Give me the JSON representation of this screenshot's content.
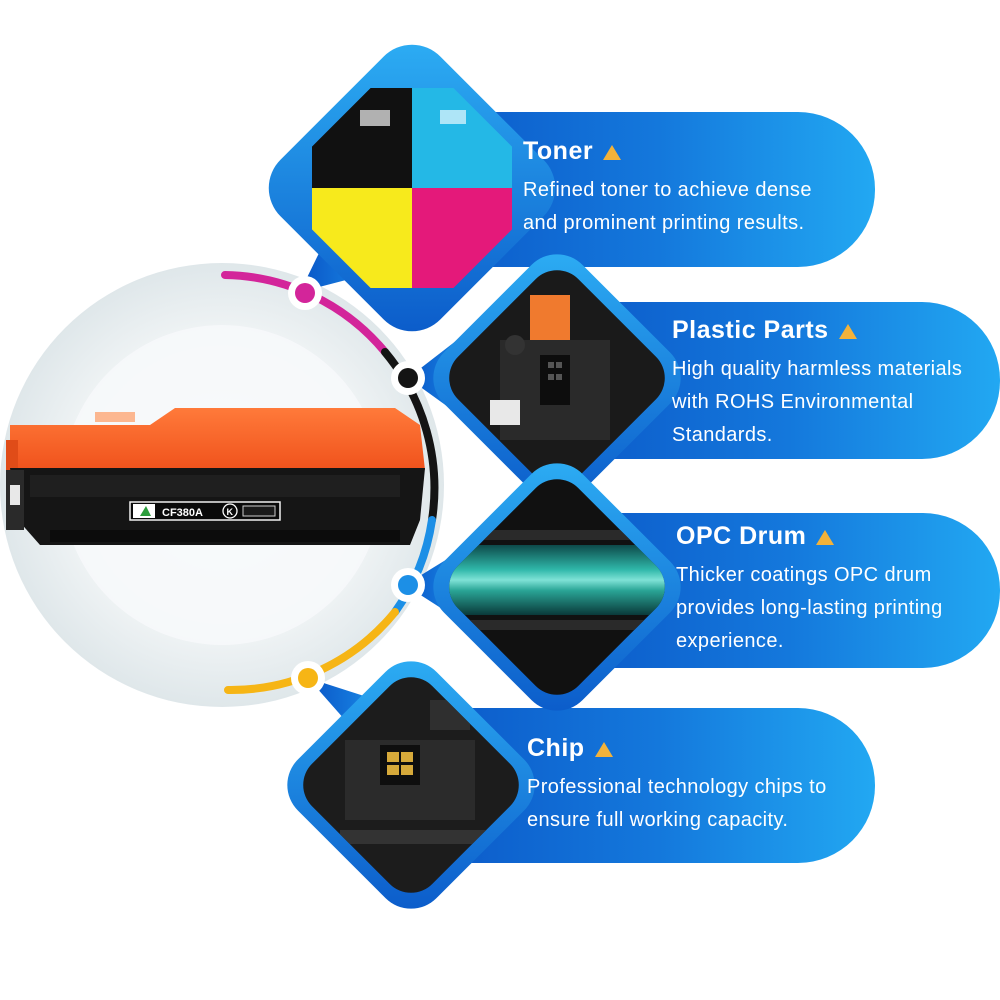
{
  "colors": {
    "card_blue_dark": "#0a56c8",
    "card_blue_light": "#1ea3f0",
    "accent_magenta": "#d3259a",
    "accent_black": "#141414",
    "accent_blue": "#1c8fe6",
    "accent_yellow": "#f6b515",
    "triangle_orange": "#f2b23a",
    "cartridge_orange": "#ff6a2c"
  },
  "product": {
    "model_label": "CF380A",
    "color_code": "K"
  },
  "features": [
    {
      "title": "Toner",
      "description": "Refined toner to achieve dense\nand prominent printing results.",
      "icon": "cmyk-toner-swatch",
      "accent": "#d3259a"
    },
    {
      "title": "Plastic Parts",
      "description": "High quality harmless materials\nwith ROHS Environmental\nStandards.",
      "icon": "plastic-housing-closeup",
      "accent": "#141414"
    },
    {
      "title": "OPC Drum",
      "description": "Thicker coatings OPC drum\nprovides long-lasting printing\nexperience.",
      "icon": "opc-drum-closeup",
      "accent": "#1c8fe6"
    },
    {
      "title": "Chip",
      "description": "Professional technology chips to\nensure full working capacity.",
      "icon": "chip-closeup",
      "accent": "#f6b515"
    }
  ]
}
